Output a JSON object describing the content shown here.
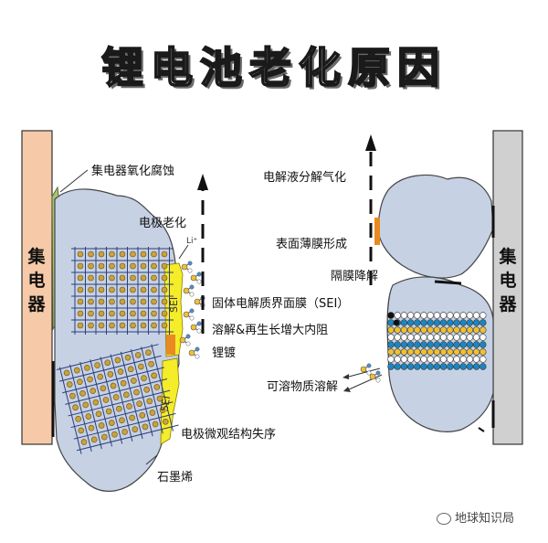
{
  "title": "锂电池老化原因",
  "left_collector": "集电器",
  "right_collector": "集电器",
  "labels": {
    "collector_corrosion": "集电器氧化腐蚀",
    "electrode_aging": "电极老化",
    "sei": "固体电解质界面膜（SEI）",
    "dissolve_regrow": "溶解&再生长增大内阻",
    "lithium_plating": "锂镀",
    "microstructure_disorder": "电极微观结构失序",
    "graphene": "石墨烯",
    "electrolyte_decomp": "电解液分解气化",
    "surface_film": "表面薄膜形成",
    "separator_degrade": "隔膜降解",
    "soluble_dissolve": "可溶物质溶解",
    "sei_tag_1": "SEI",
    "sei_tag_2": "SEI",
    "li_plus": "Li⁺"
  },
  "watermark": "地球知识局",
  "colors": {
    "left_collector": "#f6c9a8",
    "right_collector": "#d0d0d0",
    "electrode": "#c6d1e4",
    "sei": "#f5ec2a",
    "sei_orange": "#e98a20",
    "lattice_dot": "#c9a23a",
    "blue_dot": "#1a86c2",
    "yellow_dot": "#f0c030",
    "white_dot": "#ffffff"
  }
}
